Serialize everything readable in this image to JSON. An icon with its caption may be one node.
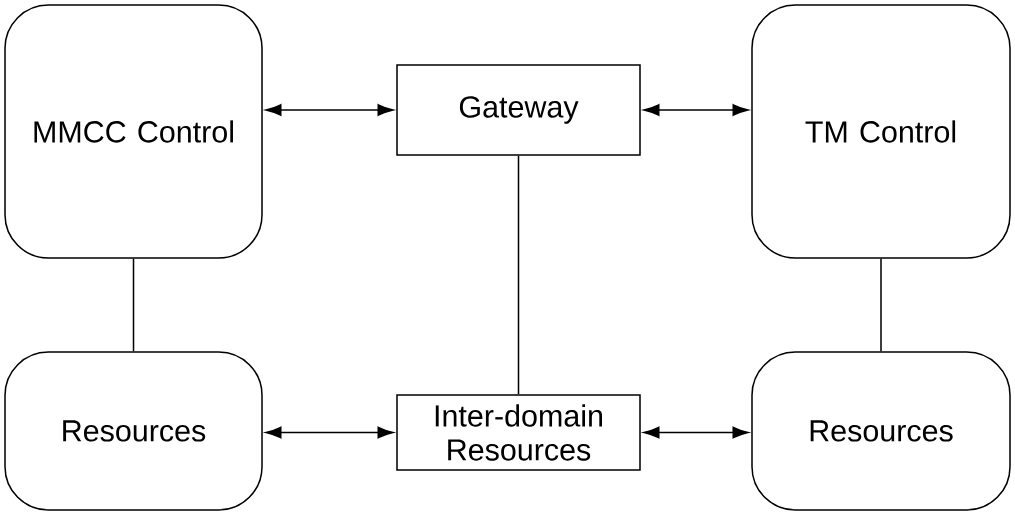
{
  "diagram": {
    "nodes": [
      {
        "text": [
          "MMCC Control"
        ]
      },
      {
        "text": [
          "Gateway"
        ]
      },
      {
        "text": [
          "TM Control"
        ]
      },
      {
        "text": [
          "Resources"
        ]
      },
      {
        "text": [
          "Inter-domain Resources"
        ]
      },
      {
        "text": [
          "Resources"
        ]
      }
    ],
    "edges": [
      {
        "from": 0,
        "to": 1,
        "arrow": "both"
      },
      {
        "from": 1,
        "to": 2,
        "arrow": "both"
      },
      {
        "from": 0,
        "to": 3,
        "arrow": "none"
      },
      {
        "from": 1,
        "to": 4,
        "arrow": "none"
      },
      {
        "from": 2,
        "to": 5,
        "arrow": "none"
      },
      {
        "from": 3,
        "to": 4,
        "arrow": "both"
      },
      {
        "from": 4,
        "to": 5,
        "arrow": "both"
      }
    ]
  }
}
